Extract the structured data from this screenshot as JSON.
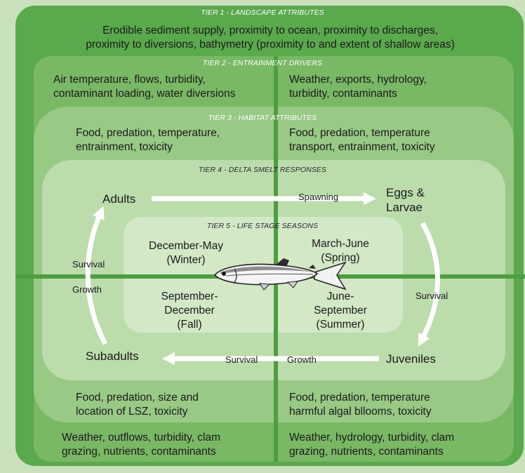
{
  "tier1": {
    "title": "TIER 1 - LANDSCAPE ATTRIBUTES",
    "line1": "Erodible sediment supply, proximity to ocean, proximity to discharges,",
    "line2": "proximity to diversions, bathymetry (proximity to and extent of shallow areas)"
  },
  "tier2": {
    "title": "TIER 2 - ENTRAINMENT DRIVERS",
    "top_left": [
      "Air temperature, flows, turbidity,",
      "contaminant loading, water diversions"
    ],
    "top_right": [
      "Weather, exports, hydrology,",
      "turbidity, contaminants"
    ],
    "bottom_left": [
      "Weather, outflows, turbidity, clam",
      "grazing, nutrients, contaminants"
    ],
    "bottom_right": [
      "Weather, hydrology, turbidity, clam",
      "grazing, nutrients, contaminants"
    ]
  },
  "tier3": {
    "title": "TIER 3 - HABITAT ATTRIBUTES",
    "top_left": [
      "Food, predation, temperature,",
      "entrainment, toxicity"
    ],
    "top_right": [
      "Food, predation, temperature",
      "transport, entrainment, toxicity"
    ],
    "bottom_left": [
      "Food, predation, size and",
      "location of LSZ, toxicity"
    ],
    "bottom_right": [
      "Food, predation, temperature",
      "harmful algal bllooms, toxicity"
    ]
  },
  "tier4": {
    "title": "TIER 4 - DELTA SMELT RESPONSES",
    "adults": "Adults",
    "eggs": [
      "Eggs &",
      "Larvae"
    ],
    "juveniles": "Juveniles",
    "subadults": "Subadults",
    "spawning": "Spawning",
    "survival_right": "Survival",
    "survival_bottom": "Survival",
    "growth_bottom": "Growth",
    "survival_left": "Survival",
    "growth_left": "Growth"
  },
  "tier5": {
    "title": "TIER 5 - LIFE STAGE SEASONS",
    "winter": [
      "December-May",
      "(Winter)"
    ],
    "spring": [
      "March-June",
      "(Spring)"
    ],
    "fall": [
      "September-",
      "December",
      "(Fall)"
    ],
    "summer": [
      "June-",
      "September",
      "(Summer)"
    ]
  },
  "colors": {
    "tier1": "#5aa94d",
    "tier2": "#79b865",
    "tier3": "#98c985",
    "tier4": "#bcdcac",
    "tier5": "#d2e8c6",
    "background": "#c9e2bd"
  },
  "icons": {
    "fish": "delta-smelt-fish-icon"
  }
}
